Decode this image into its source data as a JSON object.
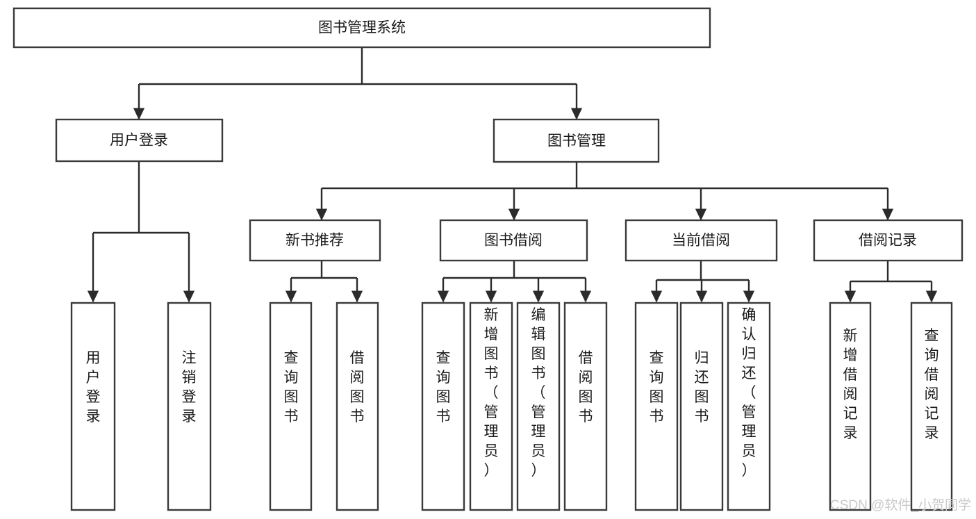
{
  "diagram": {
    "title": "图书管理系统",
    "type": "tree",
    "watermark": "CSDN @软件_小贺同学",
    "colors": {
      "box_stroke": "#3a3a3a",
      "line_stroke": "#2b2b2b",
      "box_fill": "#ffffff",
      "text": "#1a1a1a",
      "watermark": "#c9c9c9",
      "background": "#ffffff"
    },
    "root": {
      "id": "root",
      "label": "图书管理系统"
    },
    "level1": [
      {
        "id": "user-login",
        "label": "用户登录"
      },
      {
        "id": "book-manage",
        "label": "图书管理"
      }
    ],
    "level2": [
      {
        "id": "new-book-recommend",
        "label": "新书推荐",
        "parent": "book-manage"
      },
      {
        "id": "book-borrow",
        "label": "图书借阅",
        "parent": "book-manage"
      },
      {
        "id": "current-borrow",
        "label": "当前借阅",
        "parent": "book-manage"
      },
      {
        "id": "borrow-record",
        "label": "借阅记录",
        "parent": "book-manage"
      }
    ],
    "leaves": {
      "user-login": [
        {
          "id": "leaf-user-login",
          "label": "用户登录"
        },
        {
          "id": "leaf-user-logout",
          "label": "注销登录"
        }
      ],
      "new-book-recommend": [
        {
          "id": "leaf-query-book-1",
          "label": "查询图书"
        },
        {
          "id": "leaf-borrow-book-1",
          "label": "借阅图书"
        }
      ],
      "book-borrow": [
        {
          "id": "leaf-query-book-2",
          "label": "查询图书"
        },
        {
          "id": "leaf-add-book",
          "label": "新增图书（管理员）"
        },
        {
          "id": "leaf-edit-book",
          "label": "编辑图书（管理员）"
        },
        {
          "id": "leaf-borrow-book-2",
          "label": "借阅图书"
        }
      ],
      "current-borrow": [
        {
          "id": "leaf-query-book-3",
          "label": "查询图书"
        },
        {
          "id": "leaf-return-book",
          "label": "归还图书"
        },
        {
          "id": "leaf-confirm-return",
          "label": "确认归还（管理员）"
        }
      ],
      "borrow-record": [
        {
          "id": "leaf-add-record",
          "label": "新增借阅记录"
        },
        {
          "id": "leaf-query-record",
          "label": "查询借阅记录"
        }
      ]
    }
  }
}
